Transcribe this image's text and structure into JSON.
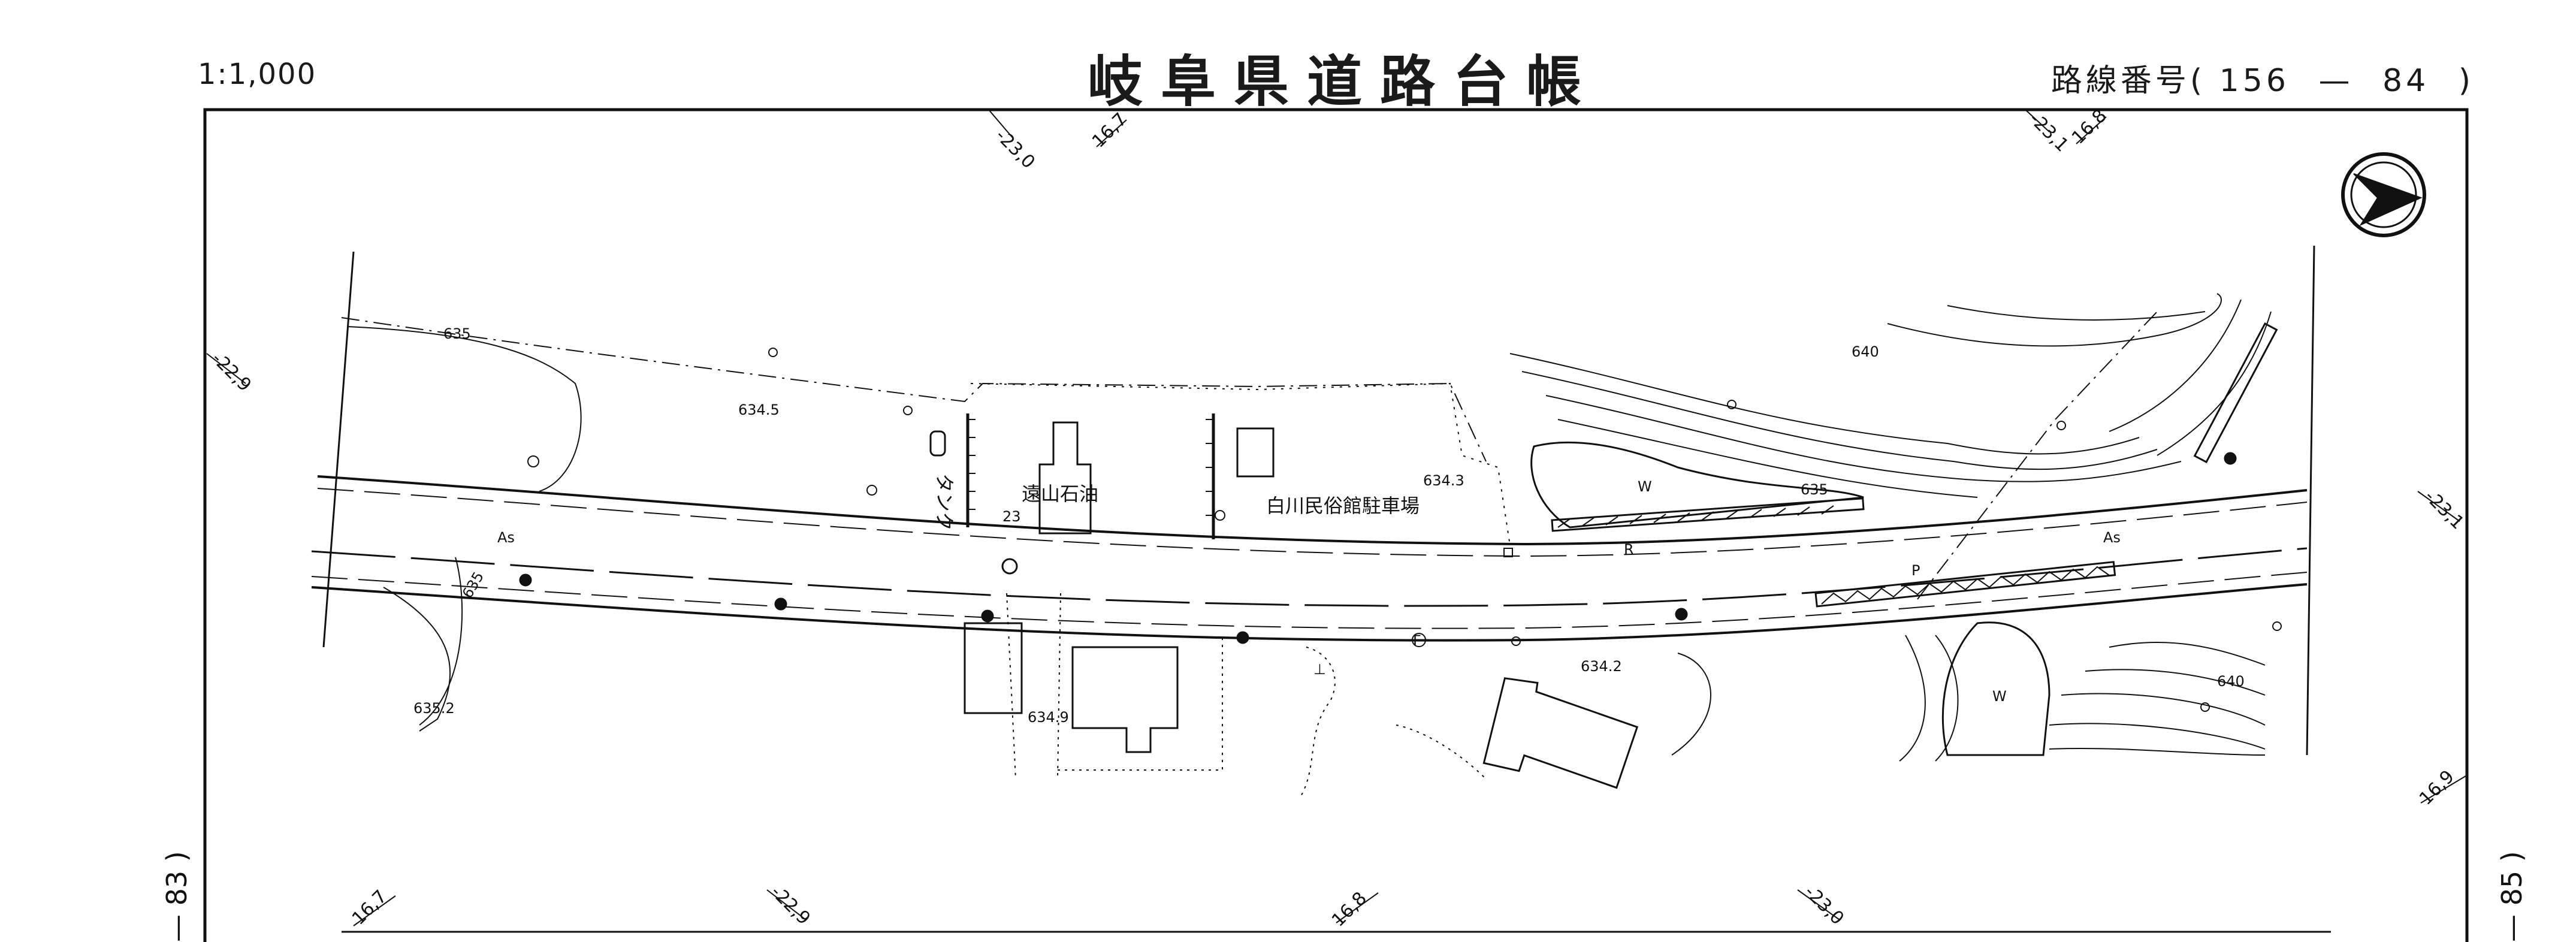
{
  "header": {
    "scale": "1:1,000",
    "title": "岐阜県道路台帳",
    "route_label": "路線番号(",
    "route_start": "156",
    "route_dash": "—",
    "route_end": "84",
    "route_close": ")"
  },
  "side": {
    "left_page": "— 83 )",
    "right_page": "— 85 )"
  },
  "map": {
    "pavement": "As",
    "buildings": {
      "gas_station": "遠山石油",
      "tank": "タンク",
      "museum_parking": "白川民俗館駐車場"
    },
    "water_label": "W",
    "symbols": {
      "r": "R",
      "p": "P",
      "f": "F",
      "t": "⊥"
    },
    "elevations": {
      "e1": "634.5",
      "e2": "634.3",
      "e3": "634.2",
      "e4": "634.9",
      "e5": "635.2",
      "station": "23"
    },
    "contours": {
      "c635a": "635",
      "c635b": "635",
      "c635c": "635",
      "c640a": "640",
      "c640b": "640"
    },
    "grid_ticks": {
      "top_1": "-23,0",
      "top_2": "16,7",
      "top_3": "-23,1",
      "top_4": "16,8",
      "left_1": "-22,9",
      "right_1": "-23,1",
      "right_2": "16,9",
      "bottom_1": "16,7",
      "bottom_2": "-22,9",
      "bottom_3": "16,8",
      "bottom_4": "-23,0"
    }
  },
  "colors": {
    "ink": "#111111",
    "paper": "#ffffff"
  },
  "icons": {
    "north_arrow": "north-arrow-icon"
  }
}
